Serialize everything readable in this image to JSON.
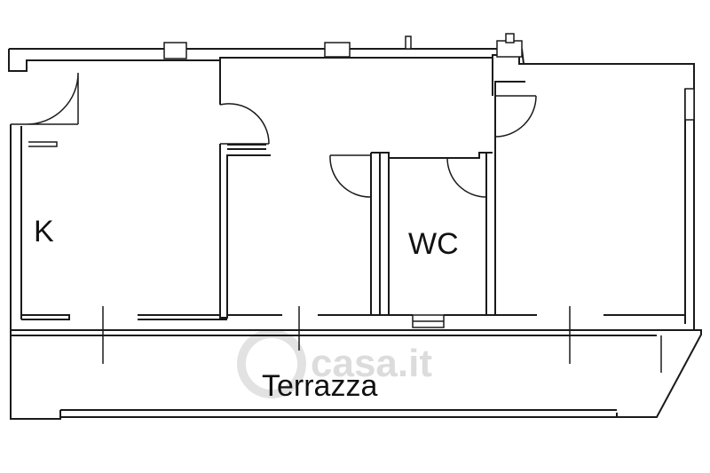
{
  "rooms": {
    "kitchen": "K",
    "wc": "WC",
    "terrace": "Terrazza"
  },
  "watermark": {
    "text": "casa.it"
  }
}
